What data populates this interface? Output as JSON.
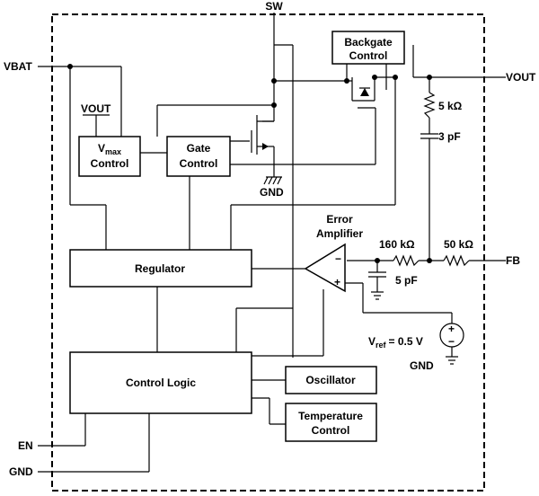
{
  "pins": {
    "sw": "SW",
    "vbat": "VBAT",
    "vout": "VOUT",
    "fb": "FB",
    "en": "EN",
    "gnd": "GND"
  },
  "blocks": {
    "backgate_line1": "Backgate",
    "backgate_line2": "Control",
    "vmax_v": "V",
    "vmax_sub": "max",
    "vmax_line2": "Control",
    "gate_line1": "Gate",
    "gate_line2": "Control",
    "regulator": "Regulator",
    "control_logic": "Control Logic",
    "oscillator": "Oscillator",
    "temperature_line1": "Temperature",
    "temperature_line2": "Control"
  },
  "labels": {
    "vout_internal": "VOUT",
    "gnd_internal": "GND",
    "error_amp_line1": "Error",
    "error_amp_line2": "Amplifier",
    "r1": "5 kΩ",
    "c1": "3 pF",
    "r2": "160 kΩ",
    "r3": "50 kΩ",
    "c2": "5 pF",
    "vref_v": "V",
    "vref_sub": "ref",
    "vref_value": "= 0.5 V",
    "gnd_vref": "GND",
    "amp_minus": "−",
    "amp_plus": "+",
    "src_plus": "+",
    "src_minus": "−"
  }
}
